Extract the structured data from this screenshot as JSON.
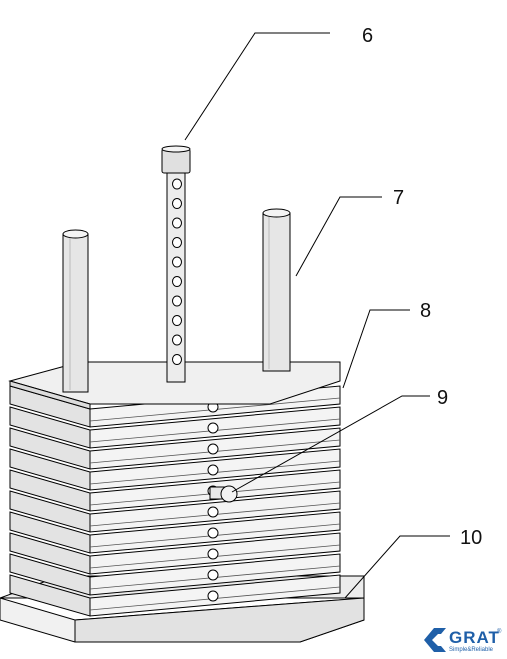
{
  "callouts": {
    "c6": "6",
    "c7": "7",
    "c8": "8",
    "c9": "9",
    "c10": "10"
  },
  "logo": {
    "name": "GRAT",
    "registered": "®",
    "tagline": "Simple&Reliable",
    "color": "#1f5fa8"
  },
  "stack": {
    "plate_count": 10
  }
}
